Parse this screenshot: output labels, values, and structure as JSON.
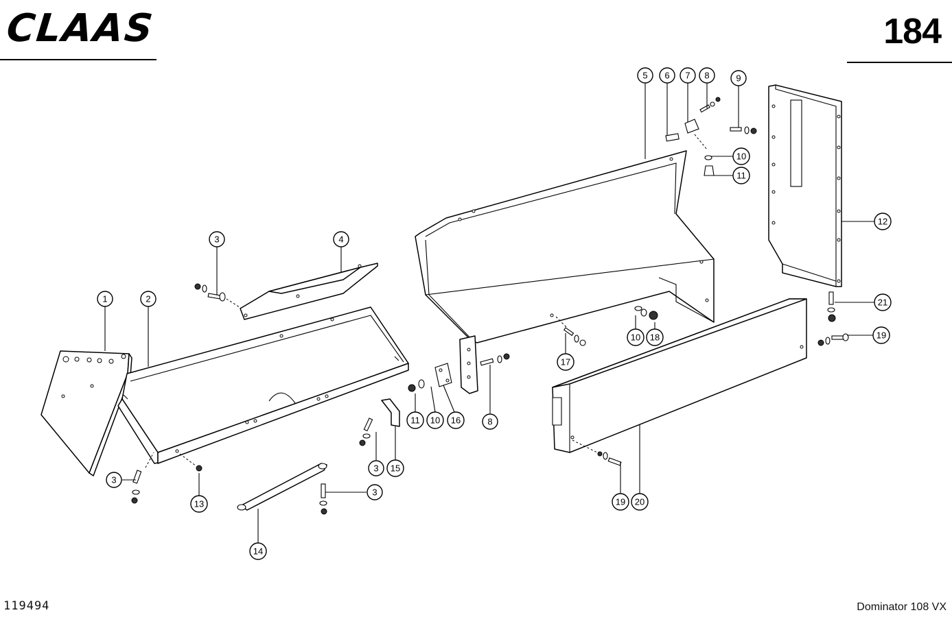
{
  "header": {
    "brand": "CLAAS",
    "page_number": "184"
  },
  "footer": {
    "drawing_number": "119494",
    "model": "Dominator 108 VX"
  },
  "callouts": [
    {
      "label": "1"
    },
    {
      "label": "2"
    },
    {
      "label": "3"
    },
    {
      "label": "4"
    },
    {
      "label": "5"
    },
    {
      "label": "6"
    },
    {
      "label": "7"
    },
    {
      "label": "8"
    },
    {
      "label": "9"
    },
    {
      "label": "10"
    },
    {
      "label": "11"
    },
    {
      "label": "12"
    },
    {
      "label": "21"
    },
    {
      "label": "19"
    },
    {
      "label": "10"
    },
    {
      "label": "18"
    },
    {
      "label": "17"
    },
    {
      "label": "3"
    },
    {
      "label": "13"
    },
    {
      "label": "3"
    },
    {
      "label": "15"
    },
    {
      "label": "11"
    },
    {
      "label": "10"
    },
    {
      "label": "16"
    },
    {
      "label": "8"
    },
    {
      "label": "3"
    },
    {
      "label": "14"
    },
    {
      "label": "19"
    },
    {
      "label": "20"
    }
  ]
}
